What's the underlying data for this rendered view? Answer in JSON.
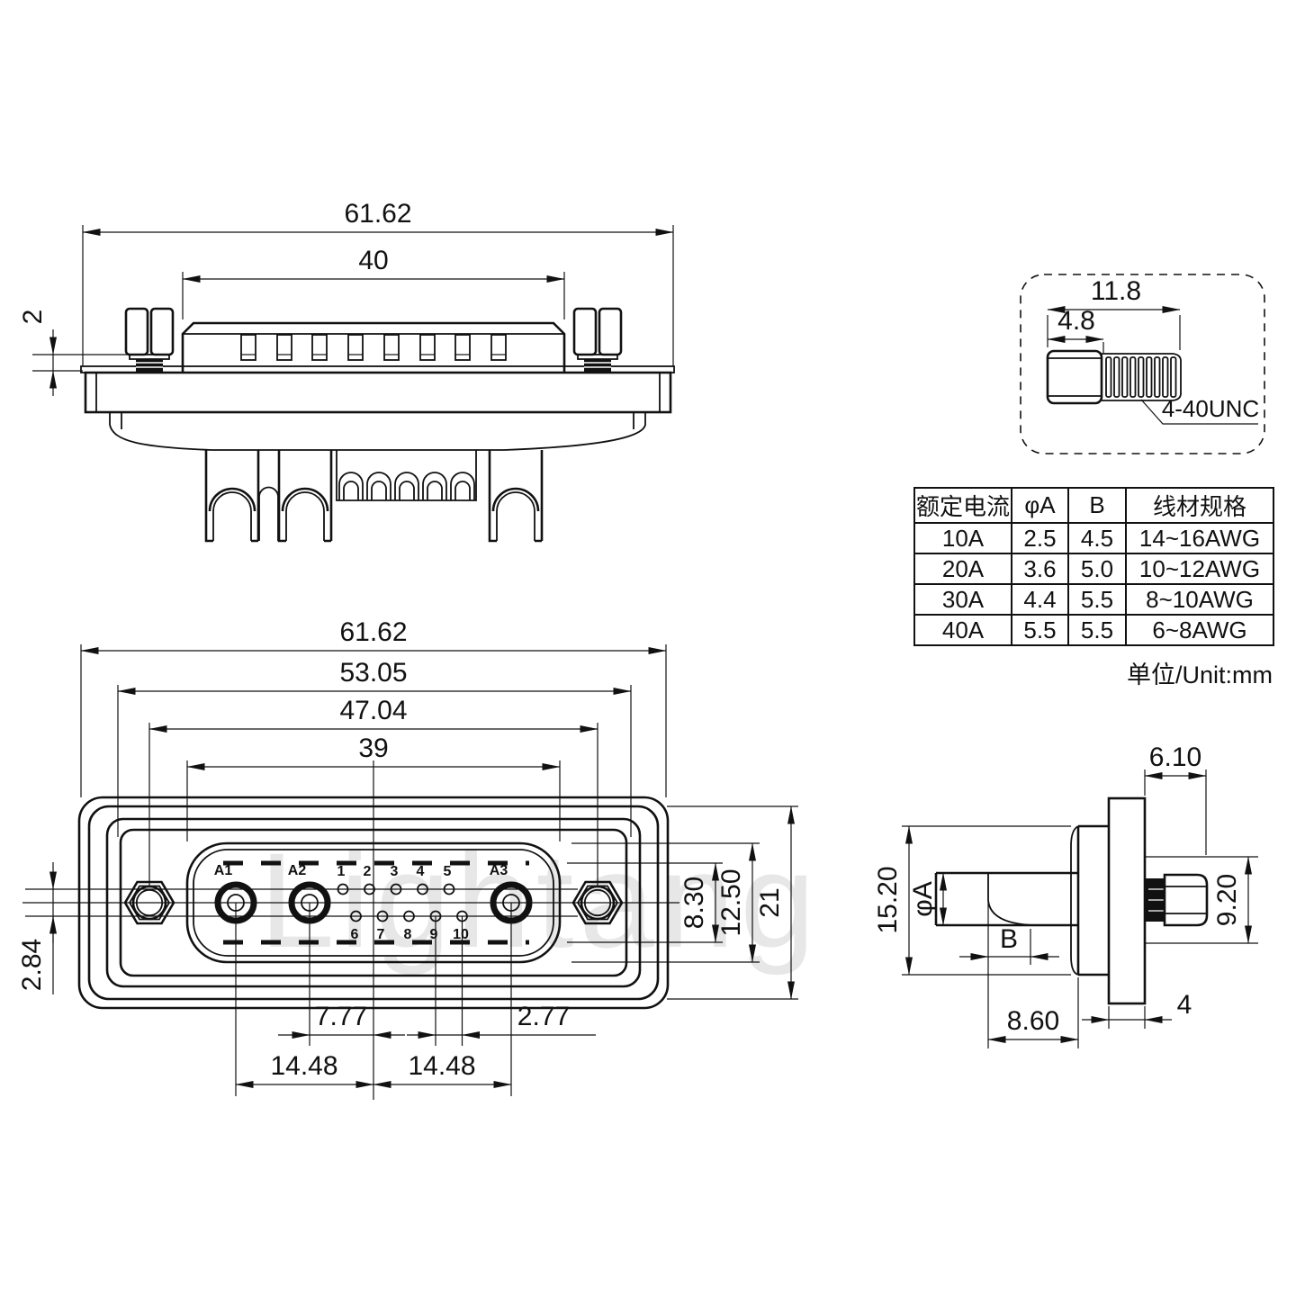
{
  "watermark": "Lightang",
  "unit_note": "单位/Unit:mm",
  "top_view": {
    "dims": {
      "overall_width": "61.62",
      "insulator_width": "40",
      "panel_gap": "2"
    }
  },
  "screw_detail": {
    "dims": {
      "total_length": "11.8",
      "head_length": "4.8"
    },
    "thread_spec": "4-40UNC"
  },
  "spec_table": {
    "headers": [
      "额定电流",
      "φA",
      "B",
      "线材规格"
    ],
    "rows": [
      [
        "10A",
        "2.5",
        "4.5",
        "14~16AWG"
      ],
      [
        "20A",
        "3.6",
        "5.0",
        "10~12AWG"
      ],
      [
        "30A",
        "4.4",
        "5.5",
        "8~10AWG"
      ],
      [
        "40A",
        "5.5",
        "5.5",
        "6~8AWG"
      ]
    ]
  },
  "front_view": {
    "dims": {
      "overall_width": "61.62",
      "flange_width": "53.05",
      "mount_hole_span": "47.04",
      "shell_width": "39",
      "opening_height": "8.30",
      "shell_height": "12.50",
      "overall_height": "21",
      "row_offset": "2.84",
      "a2_to_center": "7.77",
      "pin_pitch": "2.77",
      "left_span": "14.48",
      "right_span": "14.48"
    },
    "pins": {
      "large": [
        "A1",
        "A2",
        "A3"
      ],
      "small_top": [
        "1",
        "2",
        "3",
        "4",
        "5"
      ],
      "small_bottom": [
        "6",
        "7",
        "8",
        "9",
        "10"
      ]
    }
  },
  "side_view": {
    "dims": {
      "stud_length": "6.10",
      "cone_diameter": "15.20",
      "nut_height": "9.20",
      "contact_diameter": "φA",
      "cup_depth": "B",
      "barrel_length": "8.60",
      "plate_thickness": "4"
    }
  }
}
